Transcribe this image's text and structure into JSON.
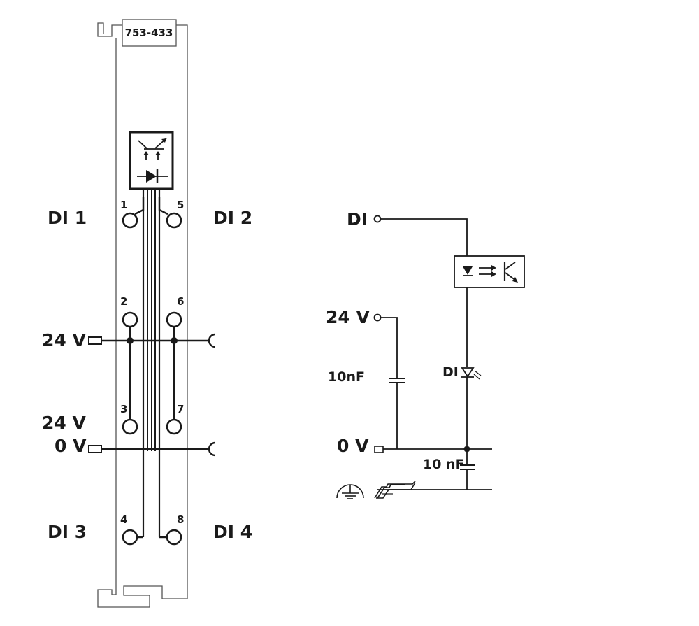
{
  "module": {
    "part_number": "753-433"
  },
  "terminal_labels": {
    "di1": "DI 1",
    "di2": "DI 2",
    "di3": "DI 3",
    "di4": "DI 4",
    "supply_24v": "24 V",
    "supply_24v_b": "24 V",
    "supply_0v": "0 V"
  },
  "pin_numbers": [
    "1",
    "2",
    "3",
    "4",
    "5",
    "6",
    "7",
    "8"
  ],
  "schematic": {
    "input": "DI",
    "supply_24v": "24 V",
    "supply_0v": "0 V",
    "capacitor_1": "10nF",
    "capacitor_2": "10 nF",
    "led_label": "DI"
  }
}
